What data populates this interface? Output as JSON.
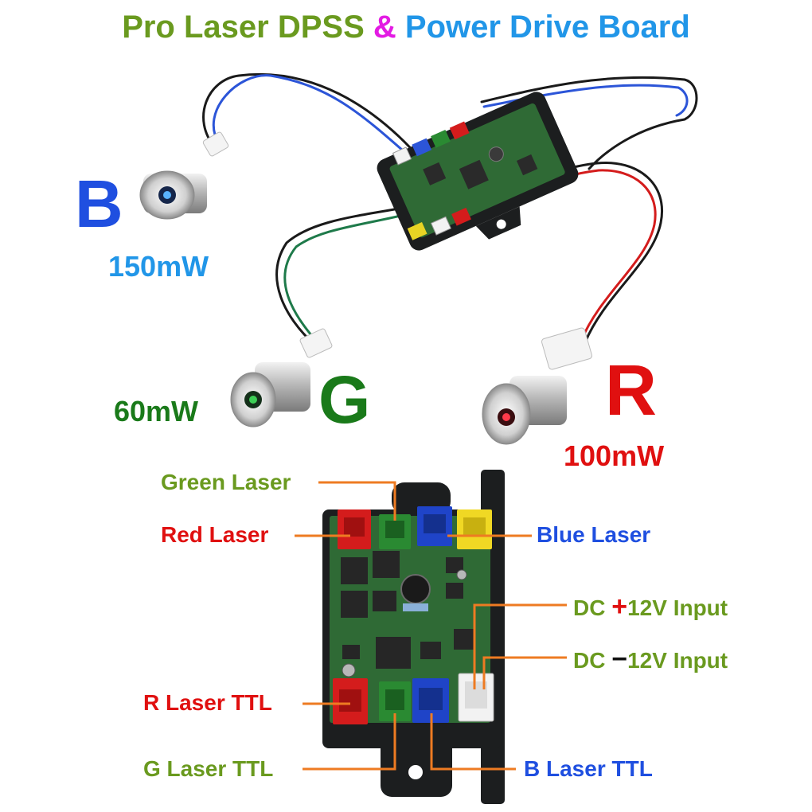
{
  "title": {
    "part1": "Pro Laser DPSS",
    "amp": "&",
    "part2": "Power Drive Board"
  },
  "lasers": {
    "blue": {
      "letter": "B",
      "power": "150mW"
    },
    "green": {
      "letter": "G",
      "power": "60mW"
    },
    "red": {
      "letter": "R",
      "power": "100mW"
    }
  },
  "callouts": {
    "green_laser": "Green Laser",
    "red_laser": "Red Laser",
    "blue_laser": "Blue Laser",
    "dc_plus_prefix": "DC",
    "dc_plus_sign": "+",
    "dc_plus_suffix": "12V Input",
    "dc_minus_prefix": "DC",
    "dc_minus_sign": "−",
    "dc_minus_suffix": "12V Input",
    "r_ttl": "R Laser TTL",
    "g_ttl": "G Laser TTL",
    "b_ttl": "B Laser TTL"
  },
  "colors": {
    "olive": "#6a9a1f",
    "magenta": "#e31be3",
    "sky": "#2196e8",
    "blue": "#1f4fe0",
    "green": "#1a7a1a",
    "red": "#e01010",
    "orange": "#ee7b22",
    "board": "#1c1e1f",
    "pcb": "#2f6a35"
  }
}
